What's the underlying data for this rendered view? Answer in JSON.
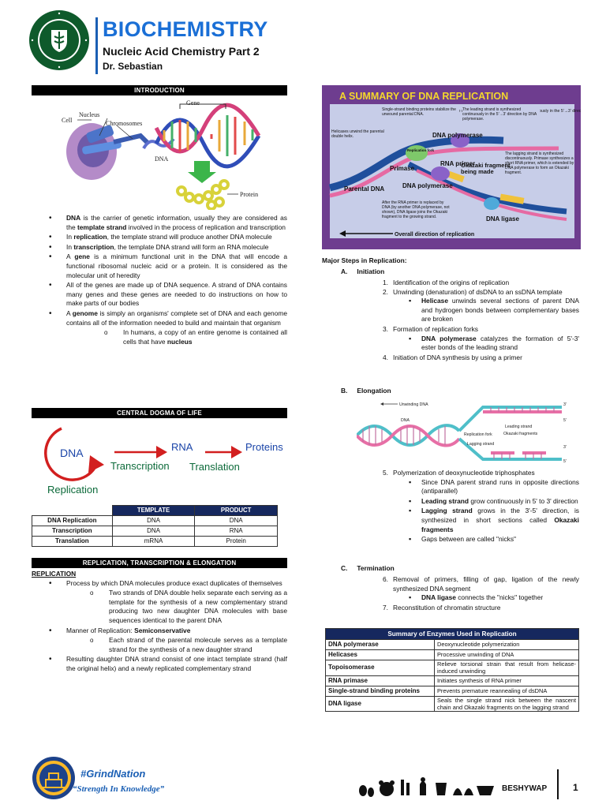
{
  "header": {
    "title": "BIOCHEMISTRY",
    "subtitle": "Nucleic Acid Chemistry Part 2",
    "author": "Dr. Sebastian"
  },
  "sections": {
    "introduction": "INTRODUCTION",
    "central_dogma": "CENTRAL DOGMA OF LIFE",
    "replication": "REPLICATION, TRANSCRIPTION & ELONGATION"
  },
  "intro_figure": {
    "gene": "Gene",
    "nucleus": "Nucleus",
    "cell": "Cell",
    "chromosomes": "Chromosomes",
    "dna": "DNA",
    "protein": "Protein"
  },
  "intro_bullets": [
    {
      "b": "DNA",
      "t": " is the carrier of genetic information, usually they are considered as the ",
      "b2": "template strand",
      "t2": " involved in the process of replication and transcription"
    },
    {
      "t0": "In ",
      "b": "replication",
      "t": ", the template strand will produce another DNA molecule"
    },
    {
      "t0": "In ",
      "b": "transcription",
      "t": ", the template DNA strand will form an RNA molecule"
    },
    {
      "t0": "A ",
      "b": "gene",
      "t": " is a minimum functional unit in the DNA that will encode a functional ribosomal nucleic acid or a protein. It is considered as the molecular unit of heredity"
    },
    {
      "t": "All of the genes are made up of DNA sequence. A strand of DNA contains many genes and these genes are needed to do instructions on how to make parts of our bodies"
    },
    {
      "t0": "A ",
      "b": "genome",
      "t": " is simply an organisms' complete set of DNA and each genome contains all of the information needed to build and maintain that organism"
    }
  ],
  "intro_sub": {
    "t": "In humans, a copy of an entire genome is contained all cells that have ",
    "b": "nucleus"
  },
  "dogma": {
    "dna": "DNA",
    "rna": "RNA",
    "proteins": "Proteins",
    "transcription": "Transcription",
    "translation": "Translation",
    "replication": "Replication"
  },
  "dogma_table": {
    "headers": [
      "TEMPLATE",
      "PRODUCT"
    ],
    "rows": [
      {
        "label": "DNA Replication",
        "template": "DNA",
        "product": "DNA"
      },
      {
        "label": "Transcription",
        "template": "DNA",
        "product": "RNA"
      },
      {
        "label": "Translation",
        "template": "mRNA",
        "product": "Protein"
      }
    ]
  },
  "replication": {
    "heading": "REPLICATION",
    "b1": "Process by which DNA molecules produce exact duplicates of themselves",
    "b1_sub": "Two strands of DNA double helix separate each serving as a template for the synthesis of a new complementary strand producing two new daughter DNA molecules with base sequences identical to the parent DNA",
    "b2_pre": "Manner of Replication: ",
    "b2_b": "Semiconservative",
    "b2_sub": "Each strand of the parental molecule serves as a template strand for the synthesis of a new daughter strand",
    "b3": "Resulting daughter DNA strand consist of one intact template strand (half the original helix) and a newly replicated complementary strand"
  },
  "summary_figure": {
    "title": "A SUMMARY OF DNA REPLICATION",
    "dna_polymerase": "DNA polymerase",
    "rna_primer": "RNA primer",
    "primase": "Primase",
    "okazaki": "Okazaki fragment being made",
    "parental": "Parental DNA",
    "dna_polymerase2": "DNA polymerase",
    "dna_ligase": "DNA ligase",
    "fork": "Replication fork",
    "overall": "Overall direction of replication",
    "n1": "Helicases unwind the parental double helix.",
    "n2": "Single-strand binding proteins stabilize the unwound parental DNA.",
    "n3": "The leading strand is synthesized continuously in the 5'→3' direction by DNA polymerase.",
    "n4": "The lagging strand is synthesized discontinuously. Primase synthesizes a short RNA primer, which is extended by DNA polymerase to form an Okazaki fragment.",
    "n5": "After the RNA primer is replaced by DNA (by another DNA polymerase, not shown), DNA ligase joins the Okazaki fragment to the growing strand."
  },
  "major_steps": {
    "heading": "Major Steps in Replication:",
    "a": {
      "letter": "A.",
      "label": "Initiation"
    },
    "s1": "Identification of the origins of replication",
    "s2": "Unwinding (denaturation) of dsDNA to an ssDNA template",
    "s2_sub_b": "Helicase",
    "s2_sub": " unwinds several sections of parent DNA and hydrogen bonds between complementary bases are broken",
    "s3": "Formation of replication forks",
    "s3_sub_b": "DNA polymerase",
    "s3_sub": " catalyzes the formation of 5'-3' ester bonds of the leading strand",
    "s4": "Initiation of DNA synthesis by using a primer",
    "b": {
      "letter": "B.",
      "label": "Elongation"
    },
    "s5": "Polymerization of deoxynucleotide triphosphates",
    "s5_a": "Since DNA parent strand runs in opposite directions (antiparallel)",
    "s5_b_b": "Leading strand",
    "s5_b": " grow continuously in 5' to 3' direction",
    "s5_c_b": "Lagging strand",
    "s5_c": " grows in the 3'-5' direction, is synthesized in short sections called ",
    "s5_c_b2": "Okazaki fragments",
    "s5_d": "Gaps between are called \"nicks\"",
    "c": {
      "letter": "C.",
      "label": "Termination"
    },
    "s6": "Removal of primers, filling of gap, ligation of the newly synthesized DNA segment",
    "s6_sub_b": "DNA ligase",
    "s6_sub": " connects the \"nicks\" together",
    "s7": "Reconstitution of chromatin structure"
  },
  "elong_figure": {
    "unwinding": "Unwinding DNA",
    "dna": "DNA",
    "leading": "Leading strand",
    "okazaki": "Okazaki fragments",
    "fork": "Replication fork",
    "lagging": "Lagging strand",
    "three1": "3'",
    "five1": "5'",
    "three2": "3'",
    "five2": "5'"
  },
  "enzymes": {
    "title": "Summary of Enzymes Used in Replication",
    "rows": [
      {
        "enzyme": "DNA polymerase",
        "desc": "Deoxynucleotide polymerization"
      },
      {
        "enzyme": "Helicases",
        "desc": "Processive unwinding of DNA"
      },
      {
        "enzyme": "Topoisomerase",
        "desc": "Relieve torsional strain that result from helicase-induced unwinding"
      },
      {
        "enzyme": "RNA primase",
        "desc": "Initiates synthesis of RNA primer"
      },
      {
        "enzyme": "Single-strand binding proteins",
        "desc": "Prevents premature reannealing of dsDNA"
      },
      {
        "enzyme": "DNA ligase",
        "desc": "Seals the single strand nick between the nascent chain and Okazaki fragments on the lagging strand"
      }
    ]
  },
  "footer": {
    "hashtag": "#GrindNation",
    "tagline": "“Strength In Knowledge”",
    "brand": "BESHYWAP",
    "page": "1"
  },
  "colors": {
    "title_blue": "#1a6fd6",
    "navy": "#16285e",
    "accent_red": "#d21f1f",
    "green_logo": "#0e5a2b"
  }
}
